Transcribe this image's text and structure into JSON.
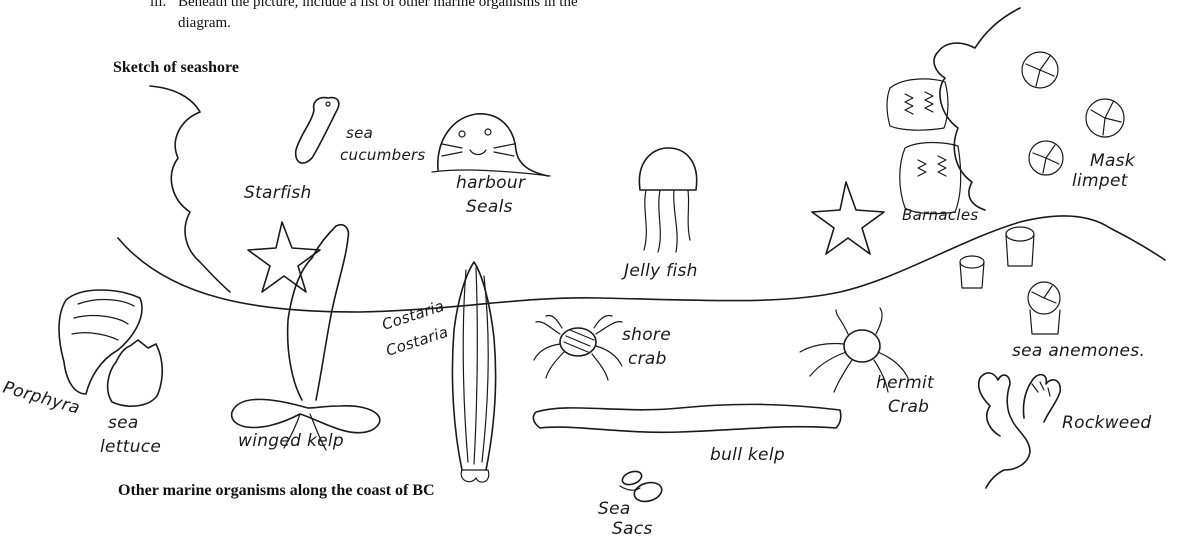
{
  "instructions": {
    "marker": "iii.",
    "line1": "Beneath the picture, include a list of other marine organisms in the",
    "line2": "diagram."
  },
  "headings": {
    "sketch_title": "Sketch of seashore",
    "other_organisms": "Other marine organisms along the coast of BC"
  },
  "labels": {
    "sea_cucumbers_1": "sea",
    "sea_cucumbers_2": "cucumbers",
    "harbour_seals_1": "harbour",
    "harbour_seals_2": "Seals",
    "starfish": "Starfish",
    "jelly_fish": "Jelly fish",
    "barnacles": "Barnacles",
    "mask_limpet_1": "Mask",
    "mask_limpet_2": "limpet",
    "sea_anemones": "sea anemones.",
    "porphyra": "Porphyra",
    "sea_lettuce_1": "sea",
    "sea_lettuce_2": "lettuce",
    "winged_kelp": "winged kelp",
    "costaria_1": "Costaria",
    "costaria_2": "Costaria",
    "shore_crab_1": "shore",
    "shore_crab_2": "crab",
    "hermit_crab_1": "hermit",
    "hermit_crab_2": "Crab",
    "rockweed": "Rockweed",
    "bull_kelp": "bull kelp",
    "sea_sacs_1": "Sea",
    "sea_sacs_2": "Sacs"
  }
}
